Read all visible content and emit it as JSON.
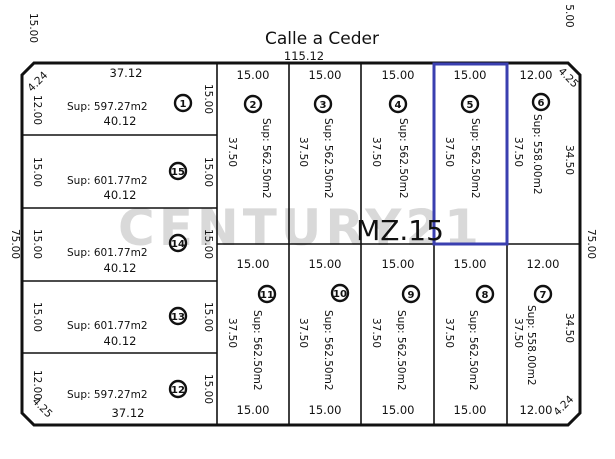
{
  "street": {
    "name": "Calle a Ceder",
    "frontage": "115.12"
  },
  "block": {
    "label": "MZ.15",
    "right_side": "75.00",
    "left_side": "75.00"
  },
  "watermark": "CENTURY21",
  "margins": {
    "top_left": "15.00",
    "top_right": "5.00",
    "top_mid": "─ ─ ─"
  },
  "lots_left": [
    {
      "id": "1",
      "top": "37.12",
      "left": "12.00",
      "corner": "4.24",
      "area": "Sup: 597.27m2",
      "bottom": "40.12",
      "right": "15.00"
    },
    {
      "id": "15",
      "left": "15.00",
      "area": "Sup: 601.77m2",
      "bottom": "40.12",
      "right": "15.00"
    },
    {
      "id": "14",
      "left": "15.00",
      "area": "Sup: 601.77m2",
      "bottom": "40.12",
      "right": "15.00"
    },
    {
      "id": "13",
      "left": "15.00",
      "area": "Sup: 601.77m2",
      "bottom": "40.12",
      "right": "15.00"
    },
    {
      "id": "12",
      "left": "12.00",
      "corner": "4.25",
      "area": "Sup: 597.27m2",
      "bottom": "37.12",
      "right": "15.00"
    }
  ],
  "lots_top": [
    {
      "id": "2",
      "front": "15.00",
      "depth": "37.50",
      "area": "Sup: 562.50m2"
    },
    {
      "id": "3",
      "front": "15.00",
      "depth": "37.50",
      "area": "Sup: 562.50m2"
    },
    {
      "id": "4",
      "front": "15.00",
      "depth": "37.50",
      "area": "Sup: 562.50m2"
    },
    {
      "id": "5",
      "front": "15.00",
      "depth": "37.50",
      "area": "Sup: 562.50m2",
      "highlighted": true
    },
    {
      "id": "6",
      "front": "12.00",
      "depth": "37.50",
      "side": "34.50",
      "corner": "4.25",
      "area": "Sup: 558.00m2"
    }
  ],
  "lots_bottom": [
    {
      "id": "11",
      "front": "15.00",
      "depth": "37.50",
      "area": "Sup: 562.50m2"
    },
    {
      "id": "10",
      "front": "15.00",
      "depth": "37.50",
      "area": "Sup: 562.50m2"
    },
    {
      "id": "9",
      "front": "15.00",
      "depth": "37.50",
      "area": "Sup: 562.50m2"
    },
    {
      "id": "8",
      "front": "15.00",
      "depth": "37.50",
      "area": "Sup: 562.50m2"
    },
    {
      "id": "7",
      "front": "12.00",
      "depth": "37.50",
      "side": "34.50",
      "corner": "4.24",
      "area": "Sup: 558.00m2"
    }
  ],
  "colors": {
    "highlight": "#3a3fb0",
    "lines": "#111111",
    "watermark": "#d9d9d9"
  }
}
